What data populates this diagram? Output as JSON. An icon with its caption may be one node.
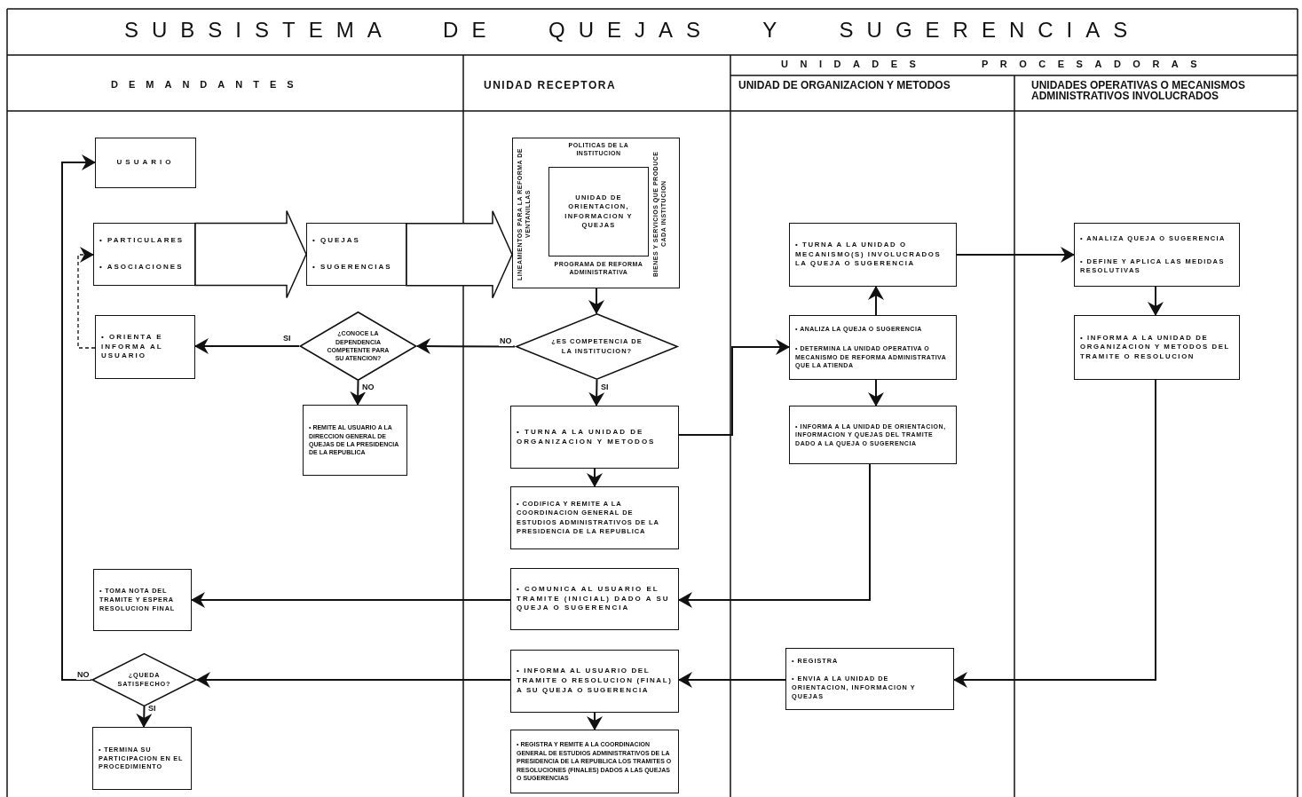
{
  "diagram": {
    "title": "SUBSISTEMA DE QUEJAS Y SUGERENCIAS",
    "nodes": [
      {
        "text": [
          "USUARIO"
        ]
      },
      {
        "text": [
          "• PARTICULARES",
          "• ASOCIACIONES"
        ]
      },
      {
        "text": [
          "• QUEJAS",
          "• SUGERENCIAS"
        ]
      },
      {
        "text": [
          "POLITICAS DE LA INSTITUCION",
          "LINEAMIENTOS PARA LA REFORMA DE VENTANILLAS",
          "BIENES Y SERVICIOS QUE PRODUCE CADA INSTITUCION",
          "PROGRAMA DE REFORMA ADMINISTRATIVA"
        ]
      },
      {
        "text": [
          "UNIDAD DE ORIENTACION, INFORMACION Y QUEJAS"
        ],
        "in": 3
      },
      {
        "text": [
          "¿ES COMPETENCIA DE LA INSTITUCION?"
        ]
      },
      {
        "text": [
          "¿CONOCE LA DEPENDENCIA COMPETENTE PARA SU ATENCION?"
        ]
      },
      {
        "text": [
          "• ORIENTA E INFORMA AL USUARIO"
        ]
      },
      {
        "text": [
          "• REMITE AL USUARIO A LA DIRECCION GENERAL DE QUEJAS DE LA PRESIDENCIA DE LA REPUBLICA"
        ]
      },
      {
        "text": [
          "• TURNA A LA UNIDAD DE ORGANIZACION Y METODOS"
        ]
      },
      {
        "text": [
          "• CODIFICA Y REMITE A LA COORDINACION GENERAL DE ESTUDIOS ADMINISTRATIVOS DE LA PRESIDENCIA DE LA REPUBLICA"
        ]
      },
      {
        "text": [
          "• COMUNICA AL USUARIO EL TRAMITE (INICIAL) DADO A SU QUEJA O SUGERENCIA"
        ]
      },
      {
        "text": [
          "• TOMA NOTA DEL TRAMITE Y ESPERA RESOLUCION FINAL"
        ]
      },
      {
        "text": [
          "• INFORMA AL USUARIO DEL TRAMITE O RESOLUCION (FINAL) A SU QUEJA O SUGERENCIA"
        ]
      },
      {
        "text": [
          "¿QUEDA SATISFECHO?"
        ]
      },
      {
        "text": [
          "• TERMINA SU PARTICIPACION EN EL PROCEDIMIENTO"
        ]
      },
      {
        "text": [
          "• REGISTRA Y REMITE A LA COORDINACION GENERAL DE ESTUDIOS ADMINISTRATIVOS DE LA PRESIDENCIA DE LA REPUBLICA LOS TRAMITES O RESOLUCIONES (FINALES) DADOS A LAS QUEJAS O SUGERENCIAS"
        ]
      },
      {
        "text": [
          "• TURNA A LA UNIDAD O MECANISMO(S) INVOLUCRADOS LA QUEJA O SUGERENCIA"
        ]
      },
      {
        "text": [
          "• ANALIZA LA QUEJA O SUGERENCIA",
          "• DETERMINA LA UNIDAD OPERATIVA O MECANISMO DE REFORMA ADMINISTRATIVA QUE LA ATIENDA"
        ]
      },
      {
        "text": [
          "• INFORMA A LA UNIDAD DE ORIENTACION, INFORMACION Y QUEJAS DEL TRAMITE DADO A LA QUEJA O SUGERENCIA"
        ]
      },
      {
        "text": [
          "• ANALIZA QUEJA O SUGERENCIA",
          "• DEFINE Y APLICA LAS MEDIDAS RESOLUTIVAS"
        ]
      },
      {
        "text": [
          "• INFORMA A LA UNIDAD DE ORGANIZACION Y METODOS DEL TRAMITE O RESOLUCION"
        ]
      },
      {
        "text": [
          "• REGISTRA",
          "• ENVIA A LA UNIDAD DE ORIENTACION, INFORMACION Y QUEJAS"
        ]
      }
    ],
    "edges": [
      {
        "from": 1,
        "to": 2,
        "arrow": "to",
        "style": "thick"
      },
      {
        "from": 2,
        "to": 3,
        "arrow": "to",
        "style": "thick"
      },
      {
        "from": 3,
        "to": 5,
        "arrow": "to"
      },
      {
        "from": 5,
        "to": 6,
        "arrow": "to",
        "label": "NO"
      },
      {
        "from": 6,
        "to": 7,
        "arrow": "to",
        "label": "SI"
      },
      {
        "from": 6,
        "to": 8,
        "arrow": "to",
        "label": "NO"
      },
      {
        "from": 5,
        "to": 9,
        "arrow": "to",
        "label": "SI"
      },
      {
        "from": 9,
        "to": 18,
        "arrow": "to"
      },
      {
        "from": 9,
        "to": 10,
        "arrow": "to"
      },
      {
        "from": 18,
        "to": 17,
        "arrow": "to"
      },
      {
        "from": 18,
        "to": 19,
        "arrow": "to"
      },
      {
        "from": 17,
        "to": 20,
        "arrow": "to"
      },
      {
        "from": 20,
        "to": 21,
        "arrow": "to"
      },
      {
        "from": 19,
        "to": 11,
        "arrow": "to"
      },
      {
        "from": 11,
        "to": 12,
        "arrow": "to"
      },
      {
        "from": 21,
        "to": 22,
        "arrow": "to"
      },
      {
        "from": 22,
        "to": 13,
        "arrow": "to"
      },
      {
        "from": 13,
        "to": 14,
        "arrow": "to"
      },
      {
        "from": 14,
        "to": 15,
        "arrow": "to",
        "label": "SI"
      },
      {
        "from": 14,
        "to": 0,
        "arrow": "to",
        "label": "NO"
      },
      {
        "from": 7,
        "to": 1,
        "arrow": "to",
        "style": "dashed"
      },
      {
        "from": 13,
        "to": 16,
        "arrow": "to"
      }
    ],
    "labels": [
      "DEMANDANTES",
      "UNIDAD RECEPTORA",
      "UNIDADES PROCESADORAS",
      "UNIDAD DE ORGANIZACION Y METODOS",
      "UNIDADES OPERATIVAS O MECANISMOS ADMINISTRATIVOS INVOLUCRADOS"
    ]
  }
}
